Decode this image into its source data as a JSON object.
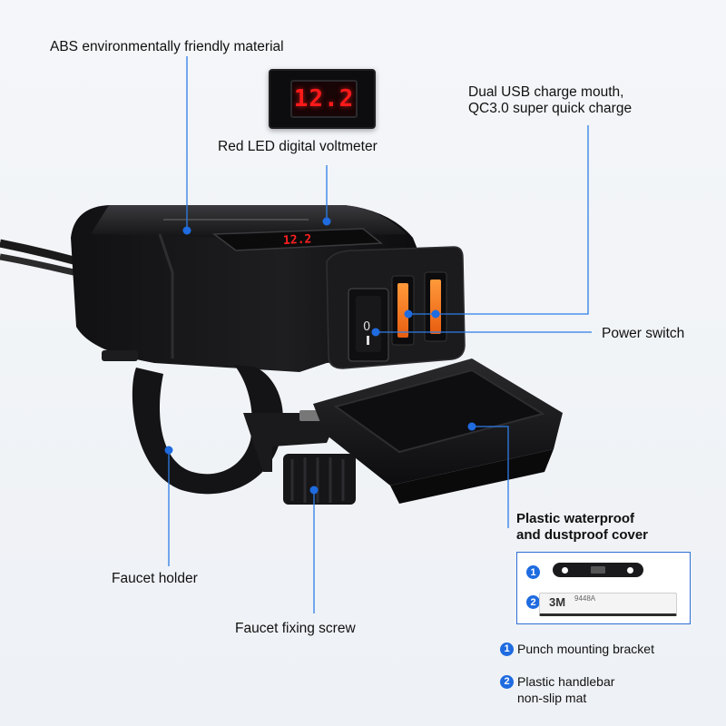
{
  "callouts": {
    "abs": "ABS environmentally friendly material",
    "voltmeter": "Red LED digital voltmeter",
    "usb_line1": "Dual USB charge mouth,",
    "usb_line2": "QC3.0 super quick charge",
    "power_switch": "Power switch",
    "cover_line1": "Plastic waterproof",
    "cover_line2": "and dustproof cover",
    "faucet_holder": "Faucet holder",
    "faucet_screw": "Faucet fixing screw"
  },
  "voltmeter_reading": "12.2",
  "accessories": {
    "badge1": "1",
    "badge2": "2",
    "mat_brand": "3M",
    "mat_code": "9448A",
    "items": [
      {
        "number": "1",
        "label": "Punch mounting bracket"
      },
      {
        "number": "2",
        "line1": "Plastic handlebar",
        "line2": "non-slip mat"
      }
    ]
  },
  "colors": {
    "accent": "#1f6be0",
    "led": "#ff1a1a",
    "usb_port": "#ff7a1a",
    "product": "#1a1a1c"
  }
}
